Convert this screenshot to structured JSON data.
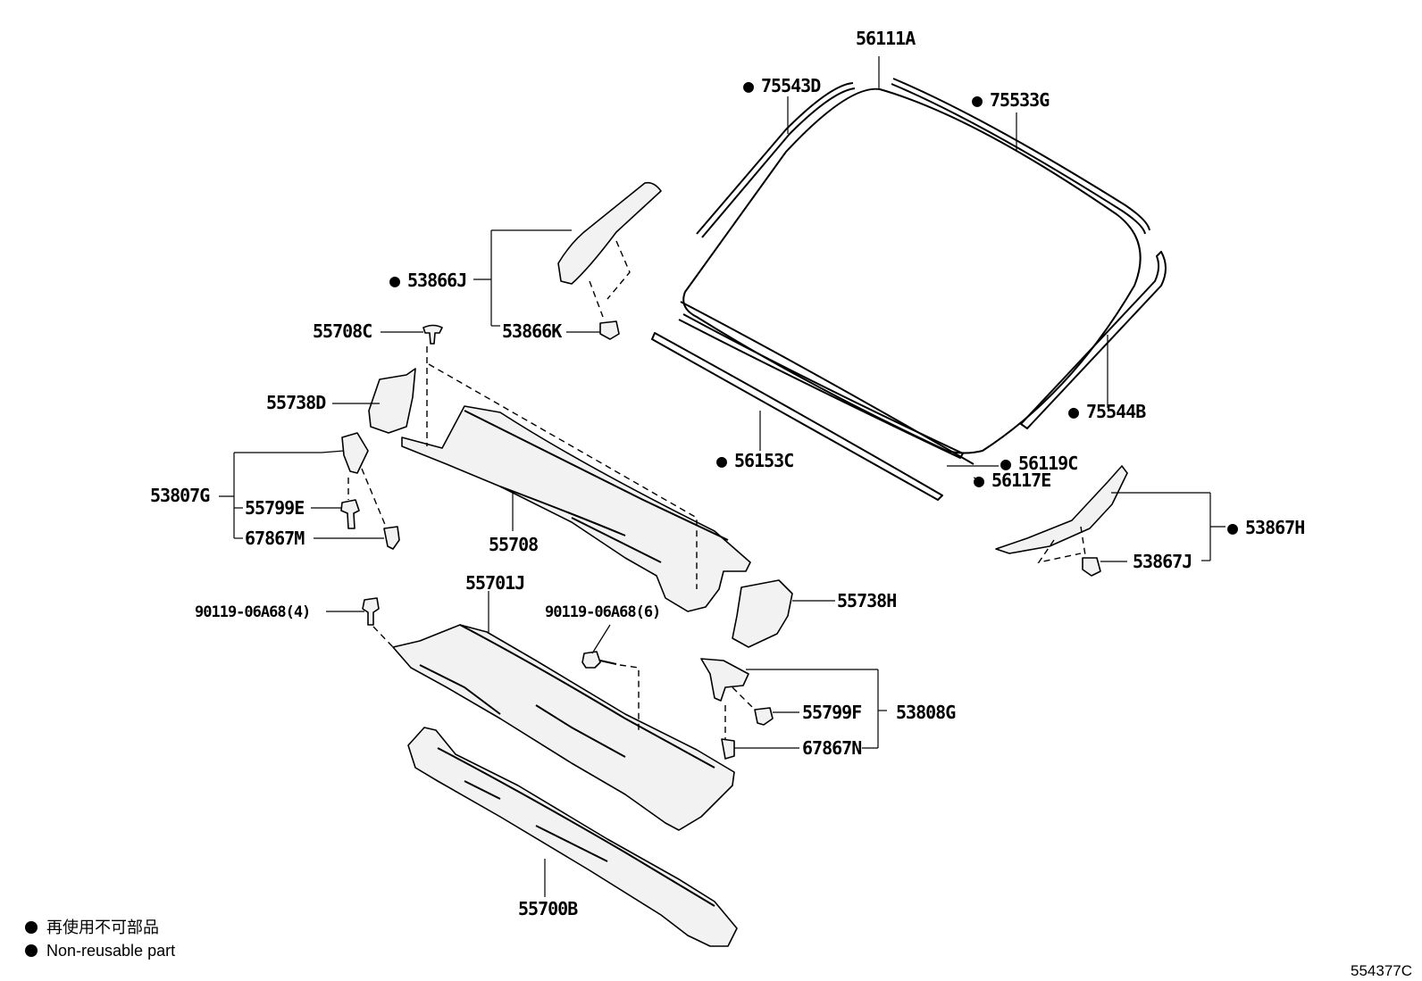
{
  "parts": {
    "p56111A": "56111A",
    "p75543D": "75543D",
    "p75533G": "75533G",
    "p53866J": "53866J",
    "p53866K": "53866K",
    "p55708C": "55708C",
    "p55738D": "55738D",
    "p53807G": "53807G",
    "p55799E": "55799E",
    "p67867M": "67867M",
    "p55708": "55708",
    "p75544B": "75544B",
    "p56153C": "56153C",
    "p56119C": "56119C",
    "p56117E": "56117E",
    "p53867H": "53867H",
    "p53867J": "53867J",
    "p55738H": "55738H",
    "p55701J": "55701J",
    "p90119_4": "90119-06A68(4)",
    "p90119_6": "90119-06A68(6)",
    "p55799F": "55799F",
    "p53808G": "53808G",
    "p67867N": "67867N",
    "p55700B": "55700B"
  },
  "legend": {
    "line1": "再使用不可部品",
    "line2": "Non-reusable part"
  },
  "figure_ref": "554377C",
  "non_reusable_marker": "●"
}
